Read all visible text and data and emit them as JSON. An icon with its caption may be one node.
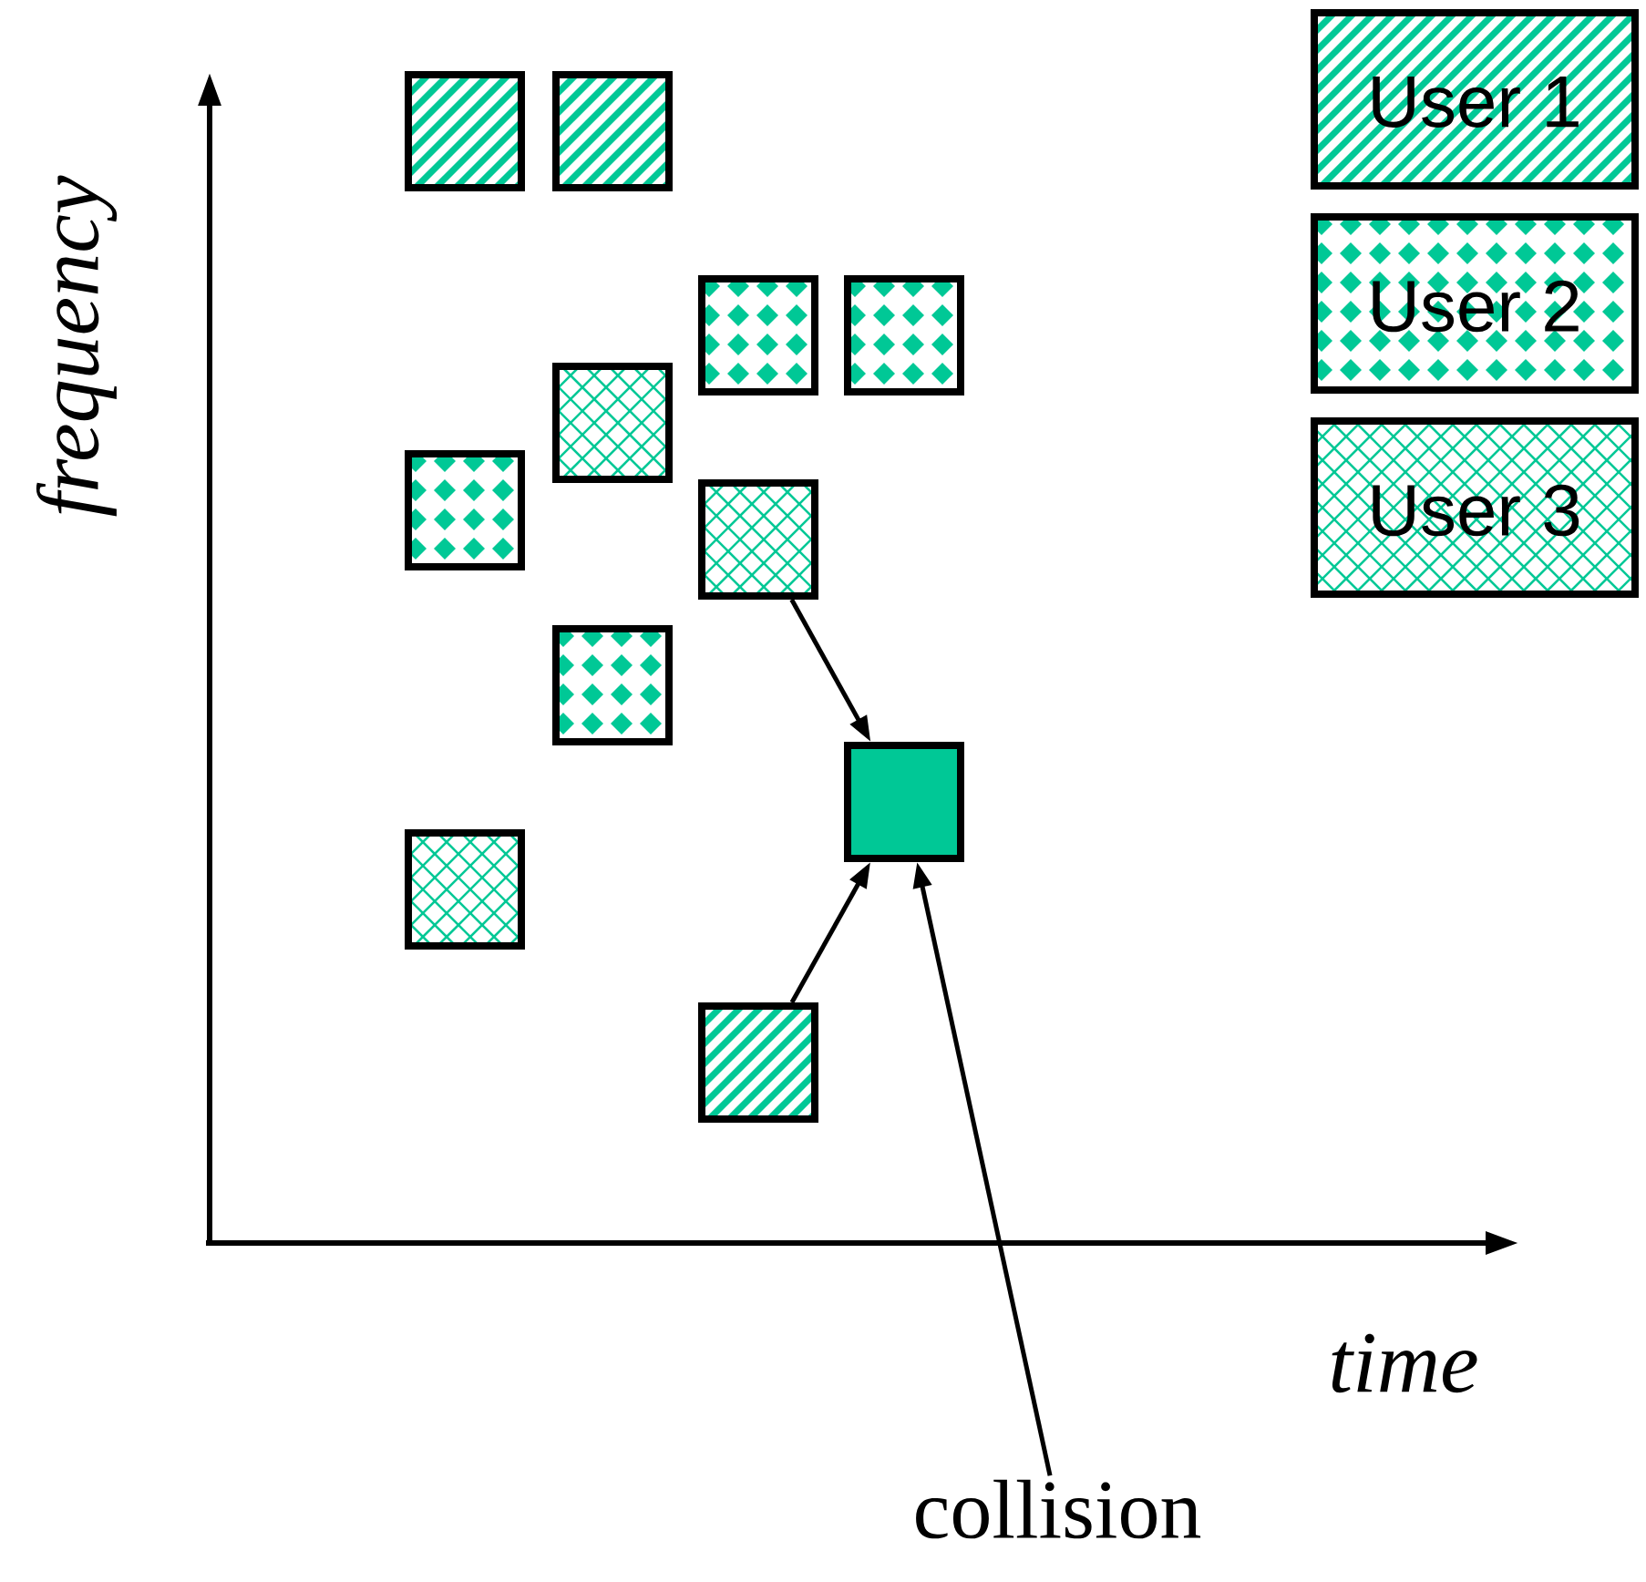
{
  "diagram": {
    "nodes": [
      {
        "text": [],
        "shape": "box"
      },
      {
        "text": [],
        "shape": "box"
      },
      {
        "text": [],
        "shape": "box"
      },
      {
        "text": [],
        "shape": "box"
      },
      {
        "text": [],
        "shape": "box"
      },
      {
        "text": [],
        "shape": "box"
      },
      {
        "text": [],
        "shape": "box"
      },
      {
        "text": [],
        "shape": "box"
      },
      {
        "text": [],
        "shape": "box"
      },
      {
        "text": [],
        "shape": "box"
      },
      {
        "text": [],
        "shape": "box"
      },
      {
        "text": [
          "collision"
        ]
      }
    ],
    "edges": [
      {
        "from": 6,
        "to": 8,
        "arrow": "to"
      },
      {
        "from": 10,
        "to": 8,
        "arrow": "to"
      },
      {
        "from": 11,
        "to": 8,
        "arrow": "to"
      }
    ],
    "labels": [
      "frequency",
      "time"
    ],
    "legend": [
      {
        "text": "User 1"
      },
      {
        "text": "User 2"
      },
      {
        "text": "User 3"
      }
    ]
  }
}
